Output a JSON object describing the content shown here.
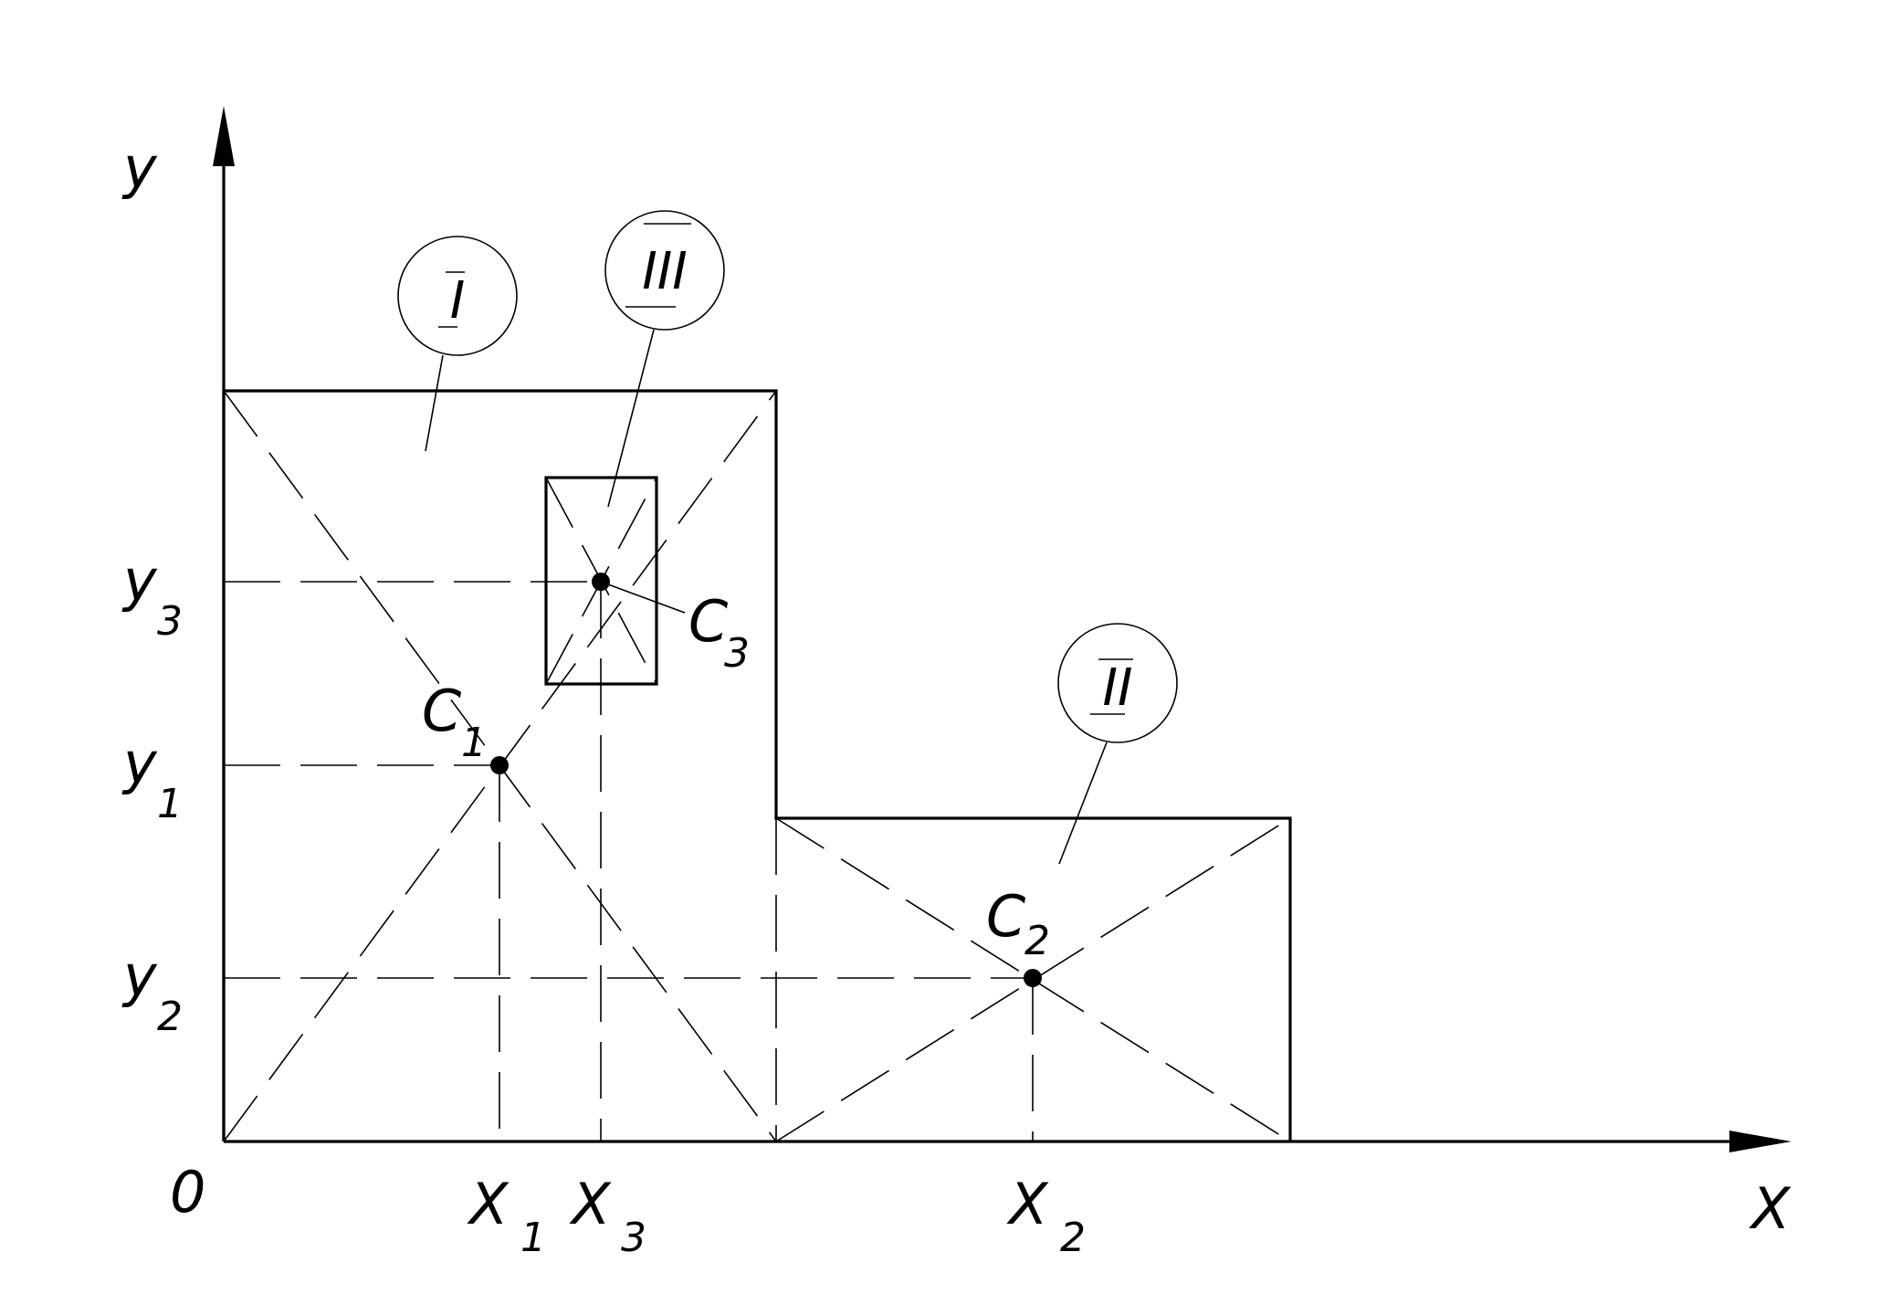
{
  "axes": {
    "x_label": "X",
    "y_label": "y",
    "origin_label": "0"
  },
  "tick_labels": {
    "x1": {
      "main": "X",
      "sub": "1"
    },
    "x3": {
      "main": "X",
      "sub": "3"
    },
    "x2": {
      "main": "X",
      "sub": "2"
    },
    "y3": {
      "main": "y",
      "sub": "3"
    },
    "y1": {
      "main": "y",
      "sub": "1"
    },
    "y2": {
      "main": "y",
      "sub": "2"
    }
  },
  "centroids": {
    "c1": {
      "main": "C",
      "sub": "1"
    },
    "c2": {
      "main": "C",
      "sub": "2"
    },
    "c3": {
      "main": "C",
      "sub": "3"
    }
  },
  "region_callouts": {
    "r1": "I",
    "r2": "II",
    "r3": "III"
  },
  "colors": {
    "line": "#000000",
    "background": "#ffffff"
  }
}
